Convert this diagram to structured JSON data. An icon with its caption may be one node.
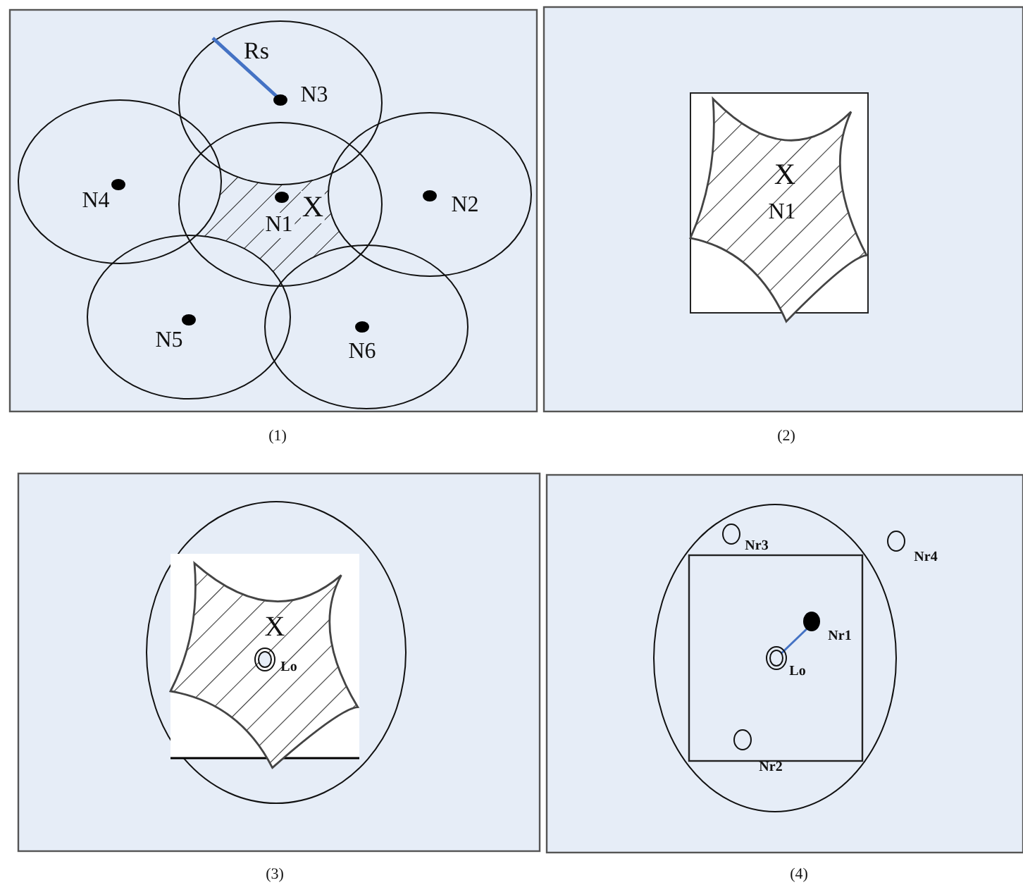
{
  "diagram": {
    "labels": [
      "Rs",
      "N3",
      "N4",
      "X",
      "N2",
      "N1",
      "N5",
      "N6",
      "X",
      "N1",
      "(1)",
      "(2)",
      "X",
      "Lo",
      "Nr3",
      "Nr4",
      "Nr1",
      "Lo",
      "Nr2",
      "(3)",
      "(4)"
    ]
  }
}
